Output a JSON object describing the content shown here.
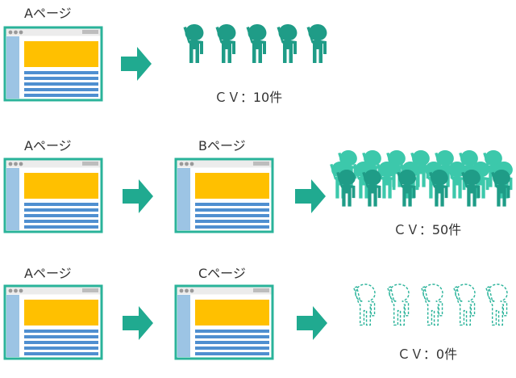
{
  "colors": {
    "window_frame": "#2ab39a",
    "window_body": "#ffffff",
    "titlebar": "#ececec",
    "sidebar": "#9cc4e4",
    "hero_block": "#ffc000",
    "text_lines": "#4f8fd0",
    "arrow": "#20aa90",
    "person_front": "#1f9c87",
    "person_back": "#3cc8ab",
    "person_outline": "#2ab39a",
    "text": "#333333"
  },
  "flows": [
    {
      "pages": [
        "Aページ"
      ],
      "result": {
        "label": "ＣＶ：10件",
        "style": "solid",
        "people_shown": 5
      }
    },
    {
      "pages": [
        "Aページ",
        "Bページ"
      ],
      "result": {
        "label": "ＣＶ：50件",
        "style": "crowd",
        "people_shown": 18
      }
    },
    {
      "pages": [
        "Aページ",
        "Cページ"
      ],
      "result": {
        "label": "ＣＶ：0件",
        "style": "dashed",
        "people_shown": 5
      }
    }
  ]
}
